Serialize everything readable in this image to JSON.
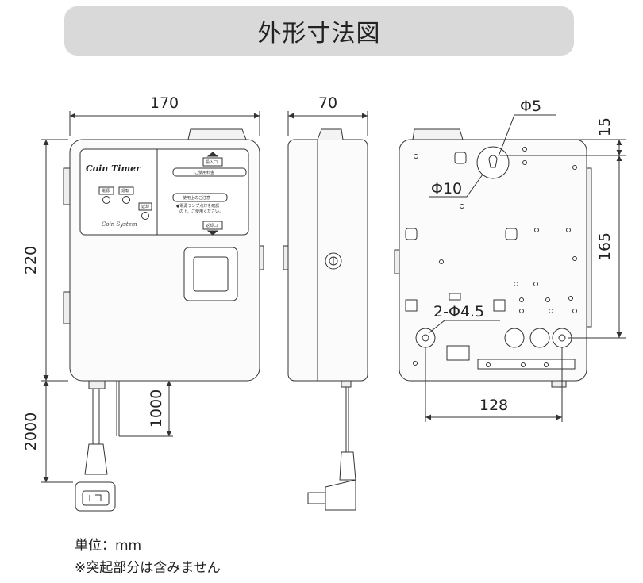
{
  "title": "外形寸法図",
  "front_view": {
    "brand": "Coin Timer",
    "system_label": "Coin System",
    "lamp_labels": [
      "電源",
      "運転"
    ],
    "button_label": "返却",
    "coin_slot_label": "投入口",
    "return_label": "返却口",
    "fee_label": "ご使用料金",
    "notice_label": "使用上のご注意",
    "notice_text_1": "●電源ランプ点灯を確認",
    "notice_text_2": "の上、ご使用ください。"
  },
  "dimensions": {
    "width": "170",
    "depth": "70",
    "height": "220",
    "cord_length": "2000",
    "cord_lead": "1000",
    "hole_small": "Φ5",
    "hole_large": "Φ10",
    "top_offset": "15",
    "hole_pitch_v": "165",
    "mount_holes": "2-Φ4.5",
    "hole_pitch_h": "128"
  },
  "notes": {
    "unit": "単位：mm",
    "remark": "※突起部分は含みません"
  }
}
